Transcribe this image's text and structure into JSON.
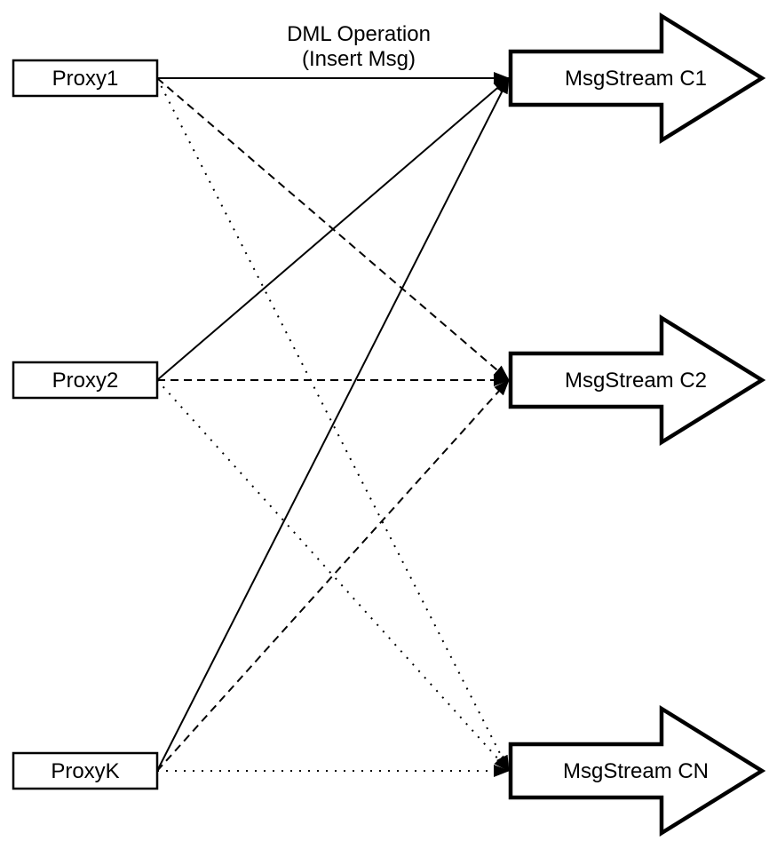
{
  "title": {
    "line1": "DML Operation",
    "line2": "(Insert Msg)"
  },
  "colors": {
    "stroke": "#000000",
    "fill": "#ffffff",
    "background": "#ffffff"
  },
  "diagram": {
    "proxies": [
      {
        "id": "proxy1",
        "label": "Proxy1"
      },
      {
        "id": "proxy2",
        "label": "Proxy2"
      },
      {
        "id": "proxyk",
        "label": "ProxyK"
      }
    ],
    "streams": [
      {
        "id": "c1",
        "label": "MsgStream C1"
      },
      {
        "id": "c2",
        "label": "MsgStream C2"
      },
      {
        "id": "cn",
        "label": "MsgStream CN"
      }
    ],
    "edges": [
      {
        "from": "proxy1",
        "to": "c1",
        "style": "solid"
      },
      {
        "from": "proxy1",
        "to": "c2",
        "style": "dashed"
      },
      {
        "from": "proxy1",
        "to": "cn",
        "style": "dotted"
      },
      {
        "from": "proxy2",
        "to": "c1",
        "style": "solid"
      },
      {
        "from": "proxy2",
        "to": "c2",
        "style": "dashed"
      },
      {
        "from": "proxy2",
        "to": "cn",
        "style": "dotted"
      },
      {
        "from": "proxyk",
        "to": "c1",
        "style": "solid"
      },
      {
        "from": "proxyk",
        "to": "c2",
        "style": "dashed"
      },
      {
        "from": "proxyk",
        "to": "cn",
        "style": "dotted"
      }
    ]
  }
}
